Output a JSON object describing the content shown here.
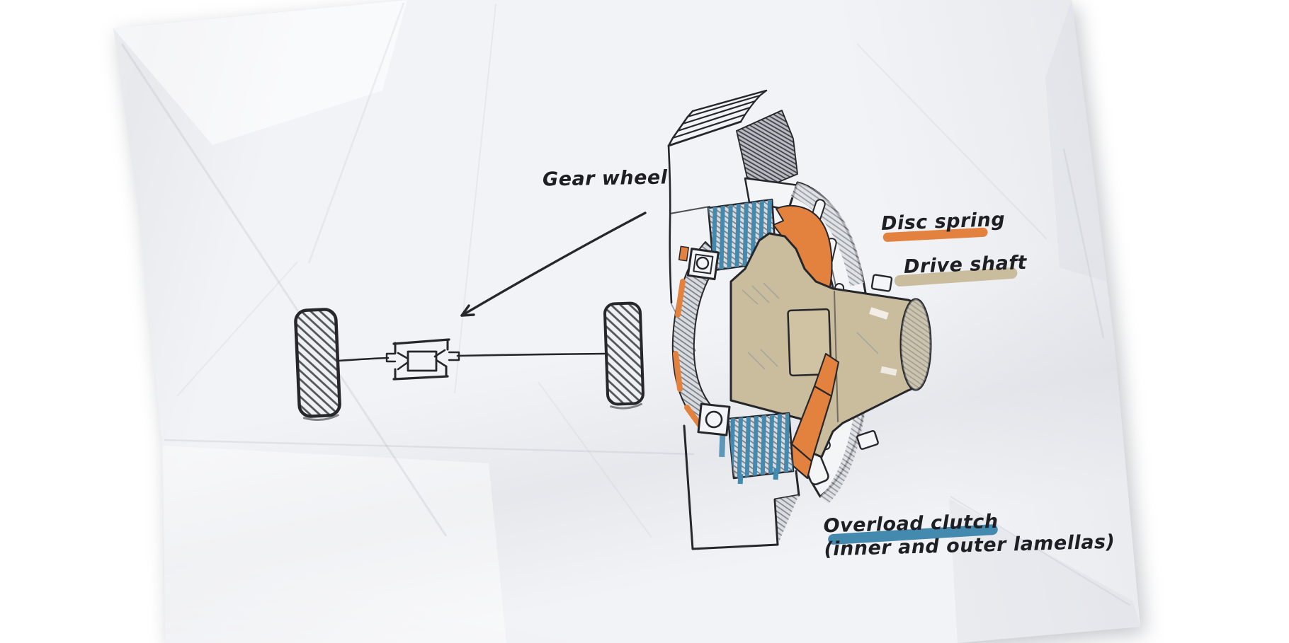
{
  "diagram": {
    "kind": "hand-drawn-technical-sketch",
    "subject": "Overload clutch assembly sketched on crumpled paper",
    "annotations": [
      {
        "id": "gear_wheel",
        "label": "Gear wheel",
        "underline_color": null
      },
      {
        "id": "disc_spring",
        "label": "Disc spring",
        "underline_color": "#e2823e"
      },
      {
        "id": "drive_shaft",
        "label": "Drive shaft",
        "underline_color": "#c9bd9e"
      },
      {
        "id": "overload_clutch",
        "label": "Overload clutch",
        "sublabel": "(inner and outer lamellas)",
        "underline_color": "#4489ae"
      }
    ],
    "colors": {
      "ink": "#26262b",
      "pencil": "#8d939a",
      "disc_spring_orange": "#e2823e",
      "lamella_blue": "#4489ae",
      "shaft_tan": "#c9bd9e",
      "paper": "#f2f3f6",
      "background": "#ffffff"
    }
  }
}
